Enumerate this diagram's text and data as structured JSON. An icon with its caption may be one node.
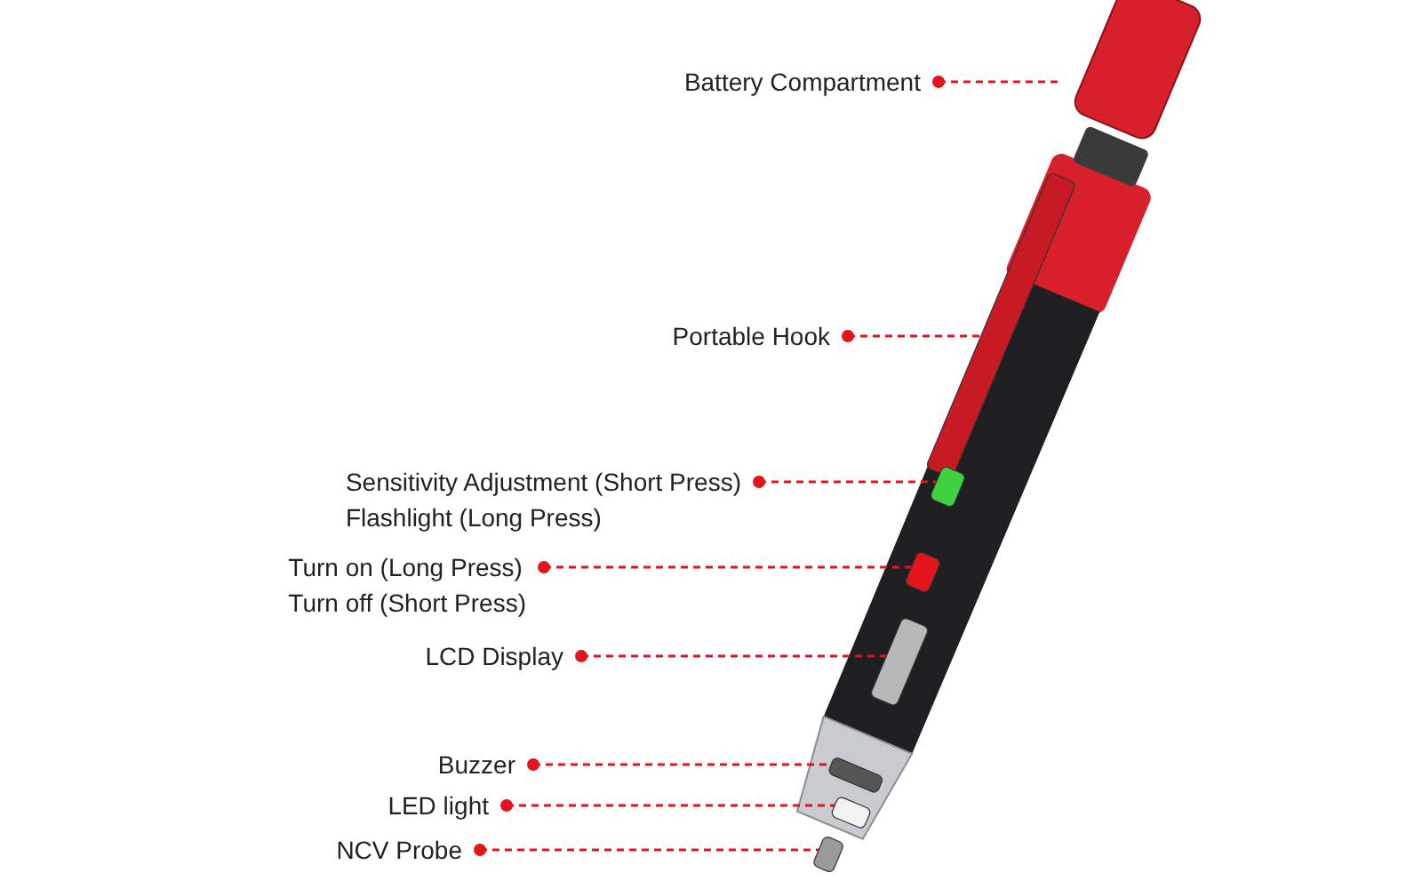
{
  "diagram": {
    "nodes": [
      {
        "text": [
          "Battery Compartment"
        ]
      },
      {
        "text": [],
        "shape": "box"
      },
      {
        "text": [
          "Portable Hook"
        ]
      },
      {
        "text": [],
        "shape": "box"
      },
      {
        "text": [
          "Sensitivity Adjustment (Short Press)",
          "Flashlight (Long Press)"
        ]
      },
      {
        "text": [],
        "shape": "box"
      },
      {
        "text": [
          "Turn on (Long Press)",
          "Turn off (Short Press)"
        ]
      },
      {
        "text": [],
        "shape": "box"
      },
      {
        "text": [
          "LCD Display"
        ]
      },
      {
        "text": [],
        "shape": "box"
      },
      {
        "text": [
          "Buzzer"
        ]
      },
      {
        "text": [],
        "shape": "box"
      },
      {
        "text": [
          "LED light"
        ]
      },
      {
        "text": [],
        "shape": "box"
      },
      {
        "text": [
          "NCV Probe"
        ]
      },
      {
        "text": [],
        "shape": "box"
      }
    ],
    "edges": [
      {
        "from": 0,
        "to": 1,
        "arrow": "other",
        "style": "dashed"
      },
      {
        "from": 2,
        "to": 3,
        "arrow": "other",
        "style": "dashed"
      },
      {
        "from": 4,
        "to": 5,
        "arrow": "other",
        "style": "dashed"
      },
      {
        "from": 6,
        "to": 7,
        "arrow": "other",
        "style": "dashed"
      },
      {
        "from": 8,
        "to": 9,
        "arrow": "other",
        "style": "dashed"
      },
      {
        "from": 10,
        "to": 11,
        "arrow": "other",
        "style": "dashed"
      },
      {
        "from": 12,
        "to": 13,
        "arrow": "other",
        "style": "dashed"
      },
      {
        "from": 14,
        "to": 15,
        "arrow": "other",
        "style": "dashed"
      }
    ]
  }
}
